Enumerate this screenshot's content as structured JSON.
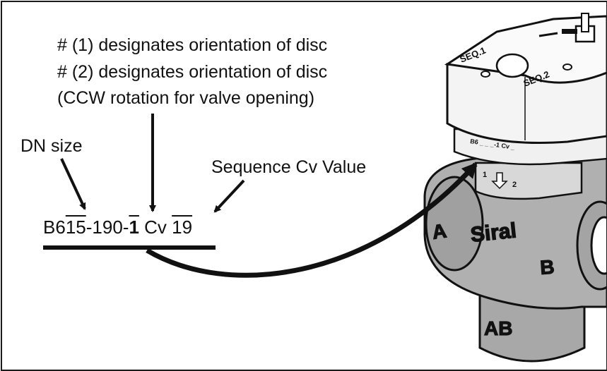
{
  "notes": {
    "line1": "# (1) designates orientation of disc",
    "line2": "# (2) designates orientation of disc",
    "line3": "(CCW rotation for valve opening)"
  },
  "labels": {
    "dn_size": "DN size",
    "sequence_cv": "Sequence Cv Value"
  },
  "part_code": {
    "prefix": "B6",
    "dn": "15",
    "middle": "-190-",
    "orientation": "1",
    "cv_label": " Cv ",
    "cv_value": "19"
  },
  "valve": {
    "port_a": "A",
    "port_b": "B",
    "port_ab": "AB",
    "brand": "Siral",
    "seq1": "SEQ.1",
    "seq2": "SEQ.2",
    "label_plate": "B6 _ _ _-1 Cv _",
    "pos1": "1",
    "pos2": "2"
  }
}
